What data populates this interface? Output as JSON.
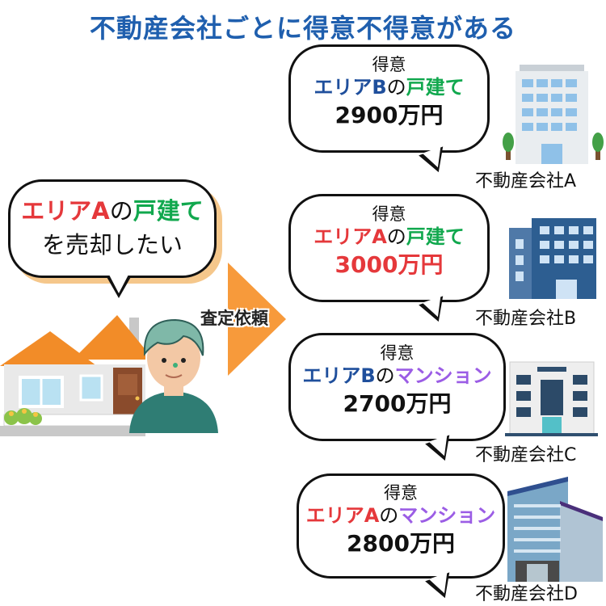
{
  "title": "不動産会社ごとに得意不得意がある",
  "seller": {
    "line1_a": "エリアA",
    "line1_b": "の",
    "line1_c": "戸建て",
    "line2": "を売却したい"
  },
  "request_label": "査定依頼",
  "companies": [
    {
      "strength_label": "得意",
      "area": "エリアB",
      "particle": "の",
      "property_type": "戸建て",
      "price": "2900万円",
      "name": "不動産会社A"
    },
    {
      "strength_label": "得意",
      "area": "エリアA",
      "particle": "の",
      "property_type": "戸建て",
      "price": "3000万円",
      "name": "不動産会社B"
    },
    {
      "strength_label": "得意",
      "area": "エリアB",
      "particle": "の",
      "property_type": "マンション",
      "price": "2700万円",
      "name": "不動産会社C"
    },
    {
      "strength_label": "得意",
      "area": "エリアA",
      "particle": "の",
      "property_type": "マンション",
      "price": "2800万円",
      "name": "不動産会社D"
    }
  ],
  "colors": {
    "title": "#1f5fae",
    "area_a": "#e5383b",
    "area_b": "#1f4f9c",
    "house": "#11a84e",
    "mansion": "#9b5de5",
    "arrow": "#f79a3b",
    "bubble_shadow": "#f5c78b"
  }
}
